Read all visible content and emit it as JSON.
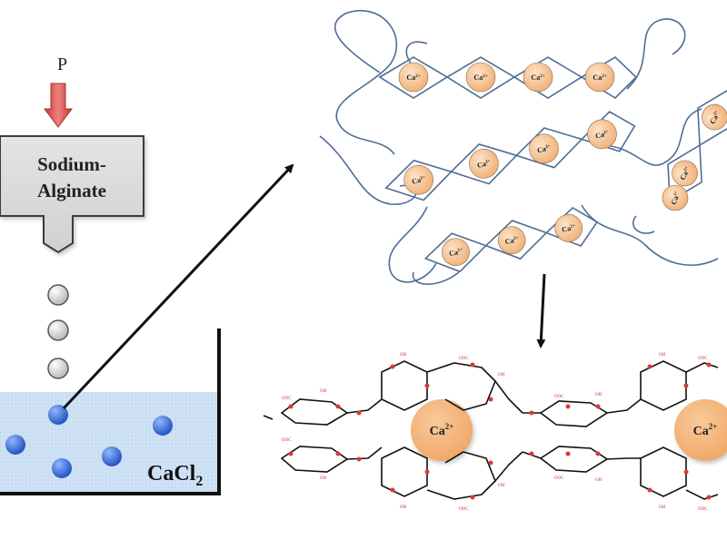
{
  "pressure_label": "P",
  "nozzle": {
    "line1": "Sodium-",
    "line2": "Alginate"
  },
  "bath_label": {
    "main": "CaCl",
    "sub": "2"
  },
  "ion_label": {
    "main": "Ca",
    "sup": "2+"
  },
  "hydroxyl": "OH",
  "carboxyl": "OOC",
  "colors": {
    "arrow_red": "#d9534f",
    "bath_blue": "#cfe2f5",
    "bead_blue": "#2f6fd6",
    "chain_blue": "#4f6d96",
    "ion_fill": "#f6c79a",
    "oxygen_red": "#d63a3a"
  }
}
